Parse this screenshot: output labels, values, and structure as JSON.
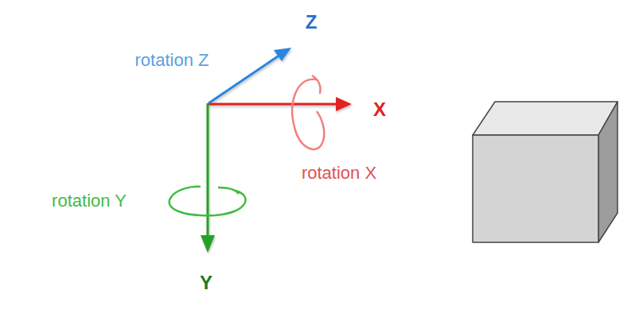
{
  "diagram": {
    "labels": [
      "Z",
      "rotation Z",
      "X",
      "rotation X",
      "rotation Y",
      "Y"
    ]
  }
}
